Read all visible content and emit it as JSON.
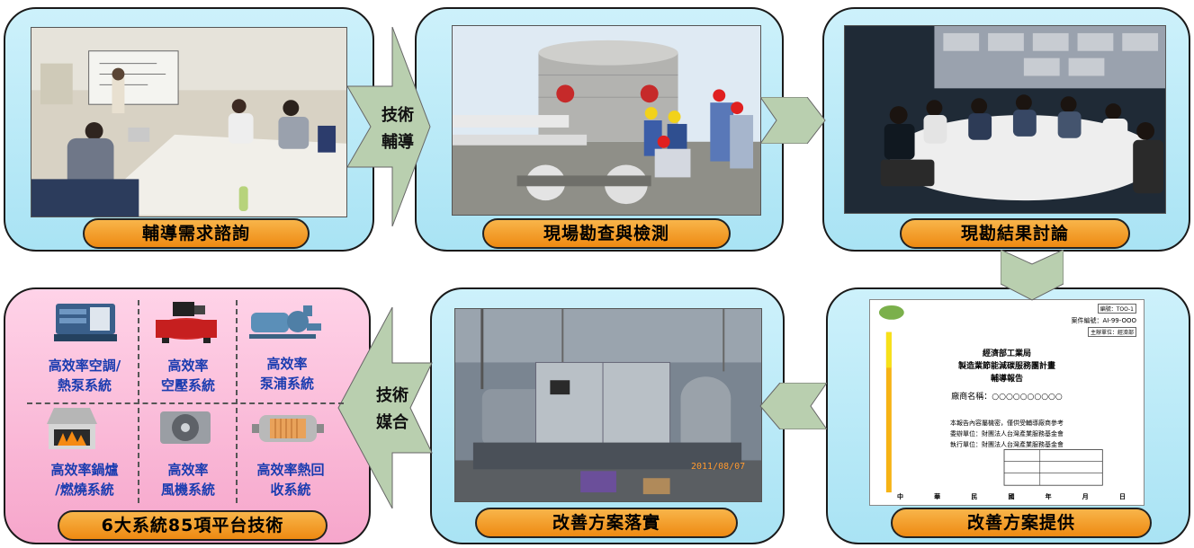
{
  "steps": {
    "s1": "輔導需求諮詢",
    "s2": "現場勘查與檢測",
    "s3": "現勘結果討論",
    "s4": "改善方案提供",
    "s5": "改善方案落實"
  },
  "arrows": {
    "a1": [
      "技術",
      "輔導"
    ],
    "a2": [
      "技術",
      "媒合"
    ]
  },
  "platform": {
    "title": "6大系統85項平台技術",
    "systems": [
      {
        "icon": "chiller-icon",
        "label": "高效率空調/熱泵系統"
      },
      {
        "icon": "air-compressor-icon",
        "label": "高效率空壓系統"
      },
      {
        "icon": "pump-icon",
        "label": "高效率泵浦系統"
      },
      {
        "icon": "boiler-icon",
        "label": "高效率鍋爐/燃燒系統"
      },
      {
        "icon": "fan-icon",
        "label": "高效率風機系統"
      },
      {
        "icon": "heat-recovery-icon",
        "label": "高效率熱回收系統"
      }
    ]
  },
  "report": {
    "form_no": "編號：TOO-1",
    "serial": "案件編號：AI-99-OOO",
    "tag": "主辦單位：經濟部",
    "title1": "經濟部工業局",
    "title2": "製造業節能減碳服務團計畫",
    "title3": "輔導報告",
    "company": "廠商名稱：○○○○○○○○○○",
    "line1": "本報告內容屬機密，僅供受輔導廠商參考",
    "line2": "委辦單位：財團法人台灣產業服務基金會",
    "line3": "執行單位：財團法人台灣產業服務基金會",
    "footer": [
      "中",
      "華",
      "民",
      "國",
      "年",
      "月",
      "日"
    ]
  },
  "photos": {
    "chiller_date": "2011/08/07"
  },
  "colors": {
    "box_fill": "#a9e3f4",
    "pill_fill": "#ee8a12",
    "pink_fill": "#f6a6cb",
    "arrow_fill": "#b9cfaf",
    "label_text": "#1a3cb0"
  }
}
